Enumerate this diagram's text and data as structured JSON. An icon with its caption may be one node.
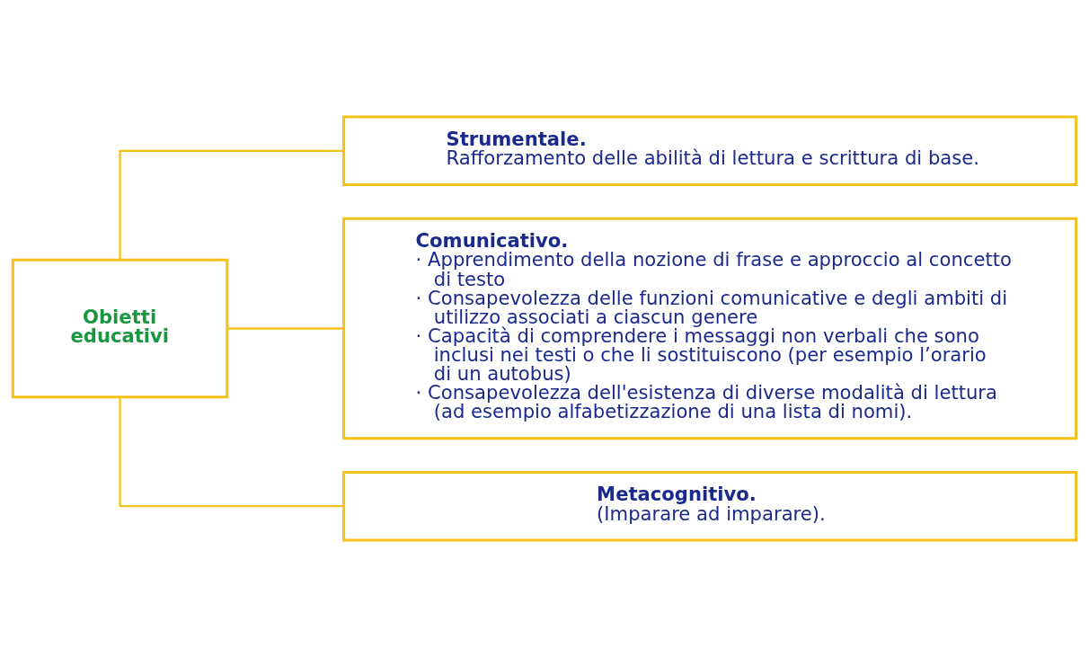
{
  "diagram": {
    "nodes": [
      {
        "text": [
          "Obietti educativi"
        ]
      },
      {
        "text": [
          "Strumentale.",
          "Rafforzamento delle abilità di lettura e scrittura di base."
        ]
      },
      {
        "text": [
          "Comunicativo.",
          "· Apprendimento della nozione di frase e approccio al concetto di testo",
          "· Consapevolezza delle funzioni comunicative e degli ambiti di utilizzo associati a ciascun genere",
          "· Capacità di comprendere i messaggi non verbali che sono inclusi nei testi o che li sostituiscono (per esempio l’orario di un autobus)",
          "· Consapevolezza dell'esistenza di diverse modalità di lettura (ad esempio alfabetizzazione di una lista di nomi)."
        ]
      },
      {
        "text": [
          "Metacognitivo.",
          "(Imparare ad imparare)."
        ]
      }
    ],
    "edges": [
      {
        "from": 0,
        "to": 1,
        "arrow": "none"
      },
      {
        "from": 0,
        "to": 2,
        "arrow": "none"
      },
      {
        "from": 0,
        "to": 3,
        "arrow": "none"
      }
    ]
  }
}
